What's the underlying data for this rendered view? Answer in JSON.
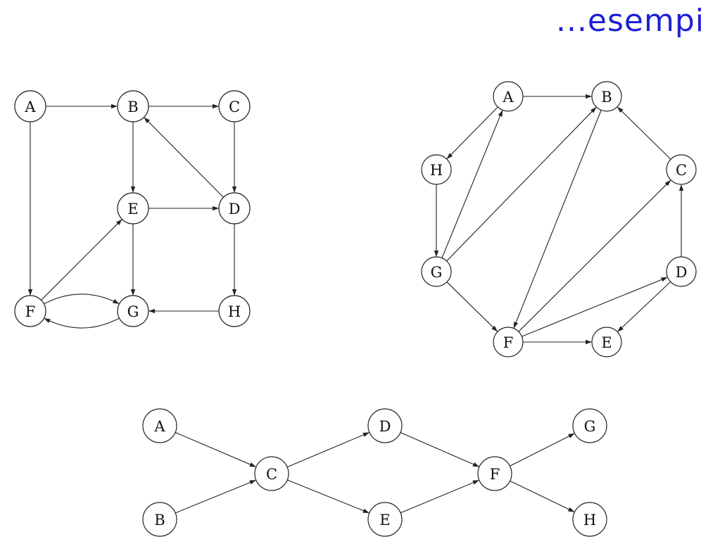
{
  "title": "...esempi",
  "graphs": [
    {
      "id": "g1",
      "nodes": [
        "A",
        "B",
        "C",
        "D",
        "E",
        "F",
        "G",
        "H"
      ],
      "edges": [
        [
          "A",
          "B"
        ],
        [
          "B",
          "C"
        ],
        [
          "A",
          "F"
        ],
        [
          "B",
          "E"
        ],
        [
          "C",
          "D"
        ],
        [
          "D",
          "B"
        ],
        [
          "E",
          "D"
        ],
        [
          "E",
          "G"
        ],
        [
          "F",
          "E"
        ],
        [
          "D",
          "H"
        ],
        [
          "H",
          "G"
        ],
        [
          "F",
          "G"
        ],
        [
          "G",
          "F"
        ]
      ]
    },
    {
      "id": "g2",
      "nodes": [
        "A",
        "B",
        "C",
        "D",
        "E",
        "F",
        "G",
        "H"
      ],
      "edges": [
        [
          "A",
          "B"
        ],
        [
          "A",
          "H"
        ],
        [
          "H",
          "G"
        ],
        [
          "G",
          "A"
        ],
        [
          "G",
          "B"
        ],
        [
          "B",
          "F"
        ],
        [
          "G",
          "F"
        ],
        [
          "C",
          "B"
        ],
        [
          "D",
          "C"
        ],
        [
          "F",
          "C"
        ],
        [
          "F",
          "D"
        ],
        [
          "D",
          "E"
        ],
        [
          "F",
          "E"
        ]
      ]
    },
    {
      "id": "g3",
      "nodes": [
        "A",
        "B",
        "C",
        "D",
        "E",
        "F",
        "G",
        "H"
      ],
      "edges": [
        [
          "A",
          "C"
        ],
        [
          "B",
          "C"
        ],
        [
          "C",
          "D"
        ],
        [
          "C",
          "E"
        ],
        [
          "D",
          "F"
        ],
        [
          "E",
          "F"
        ],
        [
          "F",
          "G"
        ],
        [
          "F",
          "H"
        ]
      ]
    }
  ]
}
